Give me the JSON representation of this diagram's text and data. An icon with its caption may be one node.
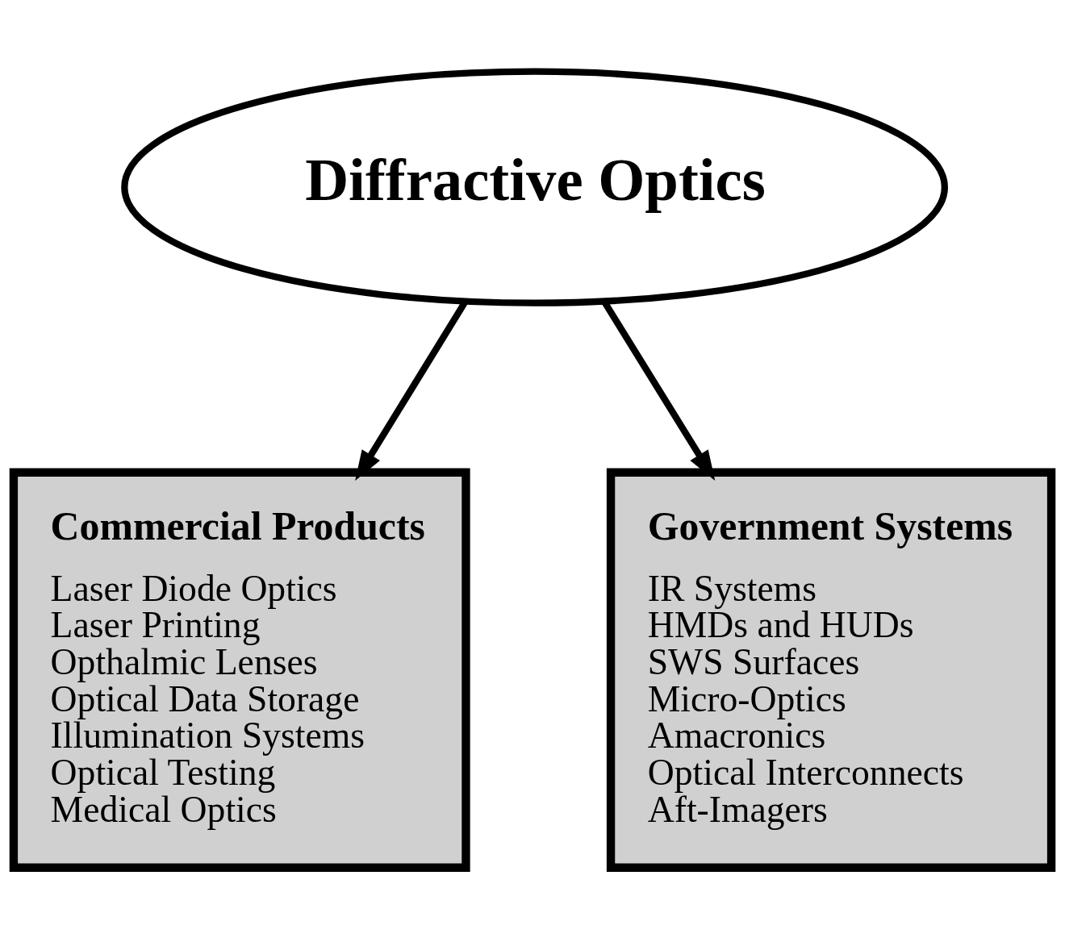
{
  "diagram": {
    "nodes": [
      {
        "text": [
          "Diffractive Optics"
        ]
      },
      {
        "text": [
          "Commercial Products",
          "Laser Diode Optics",
          "Laser Printing",
          "Opthalmic Lenses",
          "Optical Data Storage",
          "Illumination Systems",
          "Optical Testing",
          "Medical Optics"
        ]
      },
      {
        "text": [
          "Government Systems",
          "IR Systems",
          "HMDs and HUDs",
          "SWS Surfaces",
          "Micro-Optics",
          "Amacronics",
          "Optical Interconnects",
          "Aft-Imagers"
        ]
      }
    ],
    "edges": [
      {
        "from": 0,
        "to": 1,
        "arrow": "to"
      },
      {
        "from": 0,
        "to": 2,
        "arrow": "to"
      }
    ]
  }
}
